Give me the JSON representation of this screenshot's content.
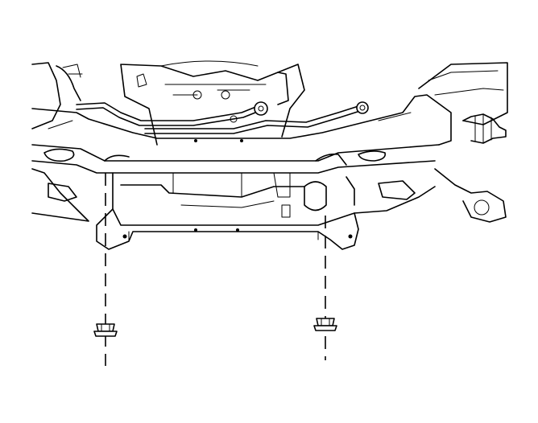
{
  "diagram": {
    "subject": "frame-cross-member-underside",
    "parts": [
      "engine-block",
      "steering-gear",
      "tie-rod",
      "brake-line",
      "cross-member",
      "subframe",
      "fastener"
    ],
    "fastener_count": 2,
    "colors": {
      "line": "#000000",
      "background": "#ffffff"
    }
  }
}
